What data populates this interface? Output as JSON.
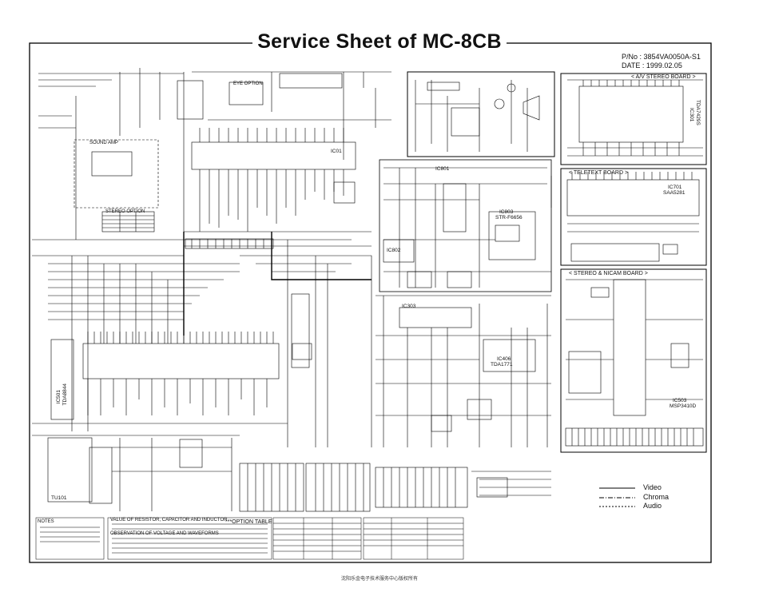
{
  "title": "Service Sheet of MC-8CB",
  "part_no": "P/No : 3854VA0050A-S1",
  "date": "DATE : 1999.02.05",
  "boards": {
    "av_stereo": "< A/V STEREO BOARD >",
    "teletext": "< TELETEXT BOARD >",
    "stereo_nicam": "< STEREO & NICAM BOARD >"
  },
  "blocks": {
    "sound_amp": "SOUND AMP",
    "eye_option": "EYE OPTION",
    "option_table": "***OPTION TABLE",
    "notes": "NOTES",
    "value_note": "VALUE OF RESISTOR, CAPACITOR AND INDUCTOR",
    "observation": "OBSERVATION OF VOLTAGE AND WAVEFORMS",
    "stereo_option": "STEREO OPTION"
  },
  "ics": {
    "ic01": "IC01",
    "ic801": "IC801",
    "ic803": "IC803",
    "stp": "STR-F6656",
    "ic802": "IC802",
    "ic303": "IC303",
    "ic301": "IC301",
    "tda7429s": "TDA7429S",
    "ic701": "IC701",
    "saa5281": "SAA5281",
    "ic501": "IC501",
    "tda8844": "TDA8844",
    "ic503": "IC503",
    "msp3410d": "MSP3410D",
    "tu101": "TU101",
    "ic406": "IC406",
    "tda1771": "TDA1771"
  },
  "legend": {
    "video": "Video",
    "chroma": "Chroma",
    "audio": "Audio"
  },
  "footer": "沈阳乐金电子技术服务中心版权所有"
}
